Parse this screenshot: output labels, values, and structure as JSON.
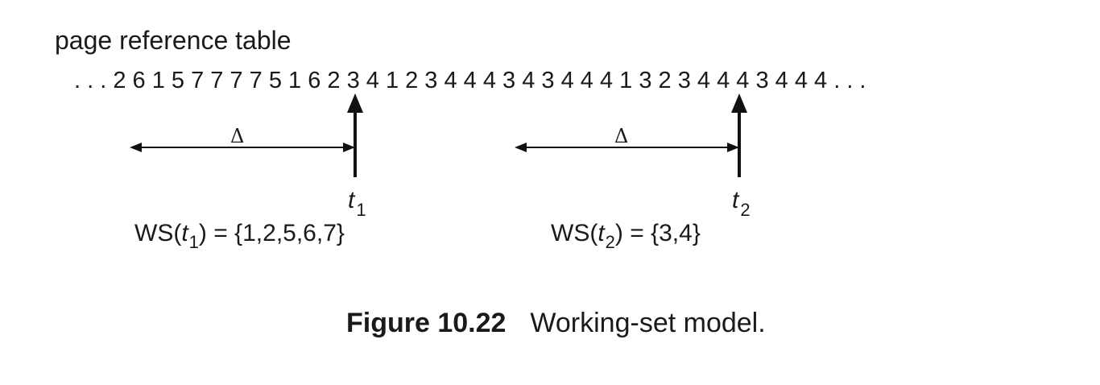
{
  "heading": "page reference table",
  "sequence": ". . . 2 6 1 5 7 7 7 7 5 1 6 2 3 4 1 2 3 4 4 4 3 4 3 4 4 4 1 3 2 3 4 4 4 3 4 4 4 . . .",
  "windows": [
    {
      "delta_label": "Δ",
      "t_label": "t",
      "t_sub": "1",
      "ws_prefix": "WS(",
      "ws_t": "t",
      "ws_sub": "1",
      "ws_suffix": ") = {1,2,5,6,7}"
    },
    {
      "delta_label": "Δ",
      "t_label": "t",
      "t_sub": "2",
      "ws_prefix": "WS(",
      "ws_t": "t",
      "ws_sub": "2",
      "ws_suffix": ") = {3,4}"
    }
  ],
  "caption": {
    "number": "Figure 10.22",
    "text": "Working-set model."
  }
}
